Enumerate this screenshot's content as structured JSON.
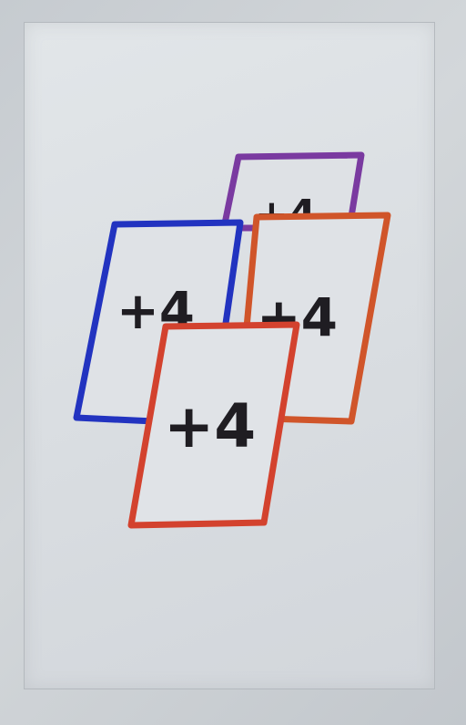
{
  "card": {
    "symbols": [
      {
        "text": "+4",
        "color": "#7a3aa0"
      },
      {
        "text": "+4",
        "color": "#2233c0"
      },
      {
        "text": "+4",
        "color": "#d0552a"
      },
      {
        "text": "+4",
        "color": "#d3422e"
      }
    ]
  }
}
